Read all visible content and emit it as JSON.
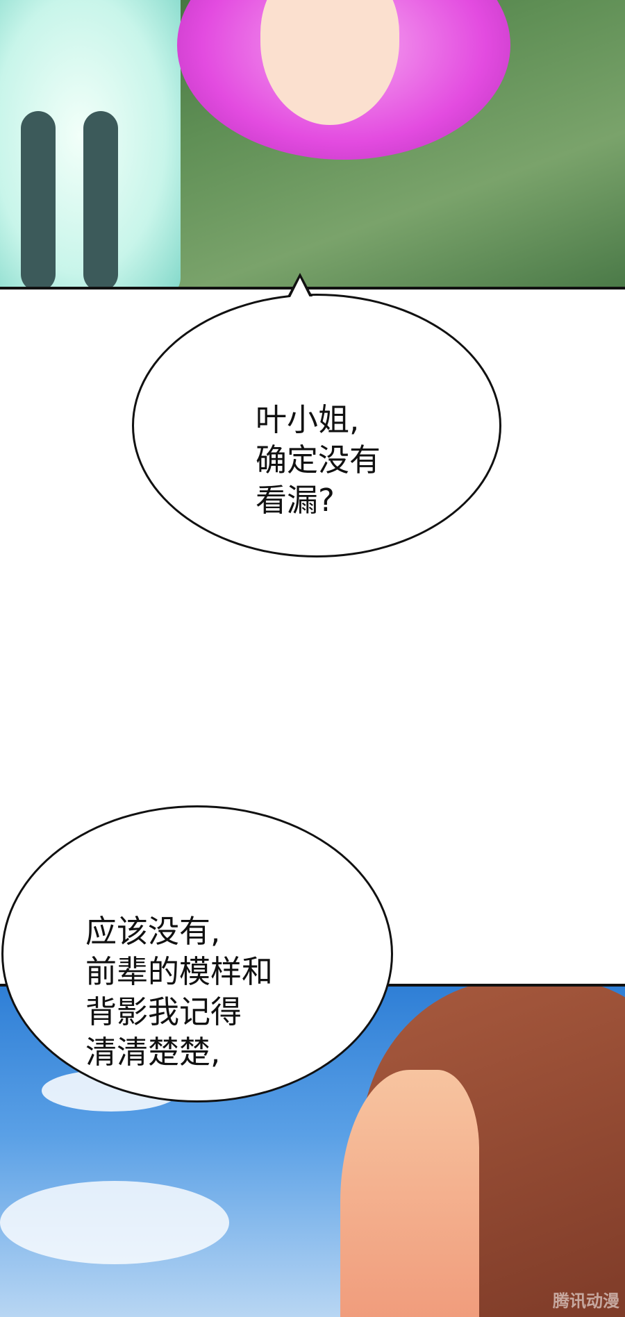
{
  "bubble1": {
    "lines": [
      "叶小姐,",
      "确定没有",
      "看漏?"
    ]
  },
  "bubble2": {
    "lines": [
      "应该没有,",
      "前辈的模样和",
      "背影我记得",
      "清清楚楚,"
    ]
  },
  "watermark": "腾讯动漫"
}
